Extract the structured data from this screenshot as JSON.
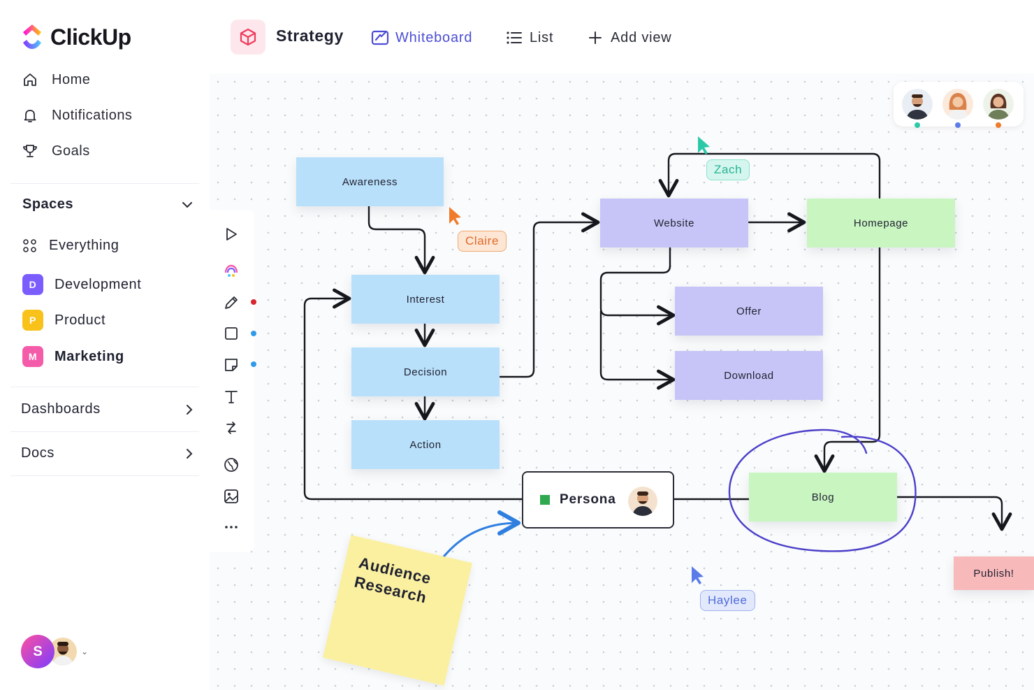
{
  "sidebar": {
    "app_name": "ClickUp",
    "nav": [
      {
        "label": "Home",
        "icon": "home-icon"
      },
      {
        "label": "Notifications",
        "icon": "bell-icon"
      },
      {
        "label": "Goals",
        "icon": "trophy-icon"
      }
    ],
    "spaces_heading": "Spaces",
    "spaces": [
      {
        "label": "Everything",
        "icon": "grid-icon"
      },
      {
        "label": "Development",
        "badge": "D",
        "color": "#7b5cff"
      },
      {
        "label": "Product",
        "badge": "P",
        "color": "#f8c21b"
      },
      {
        "label": "Marketing",
        "badge": "M",
        "color": "#f45ba8"
      }
    ],
    "dashboards_label": "Dashboards",
    "docs_label": "Docs",
    "user_initial": "S"
  },
  "header": {
    "title": "Strategy",
    "tabs": [
      {
        "label": "Whiteboard",
        "icon": "whiteboard-icon",
        "active": true
      },
      {
        "label": "List",
        "icon": "list-icon",
        "active": false
      },
      {
        "label": "Add view",
        "icon": "plus-icon",
        "active": false
      }
    ]
  },
  "colors": {
    "accent": "#4c4dd4",
    "blue_node": "#b9e0fb",
    "purple_node": "#c7c5f7",
    "green_node": "#c9f5c1",
    "pink_node": "#f8b9bb",
    "sticky": "#fbf0a0"
  },
  "whiteboard": {
    "nodes": {
      "awareness": "Awareness",
      "interest": "Interest",
      "decision": "Decision",
      "action": "Action",
      "website": "Website",
      "homepage": "Homepage",
      "offer": "Offer",
      "download": "Download",
      "blog": "Blog",
      "publish": "Publish!",
      "persona": "Persona"
    },
    "sticky_note": "Audience Research",
    "cursors": [
      {
        "name": "Claire",
        "color": "#f07b2a"
      },
      {
        "name": "Zach",
        "color": "#2cc9a8"
      },
      {
        "name": "Haylee",
        "color": "#5a7be8"
      }
    ]
  },
  "toolbar": {
    "tools": [
      "pointer-icon",
      "ai-icon",
      "pen-icon",
      "shape-icon",
      "sticky-icon",
      "text-icon",
      "connector-icon",
      "globe-icon",
      "image-icon",
      "more-icon"
    ]
  }
}
